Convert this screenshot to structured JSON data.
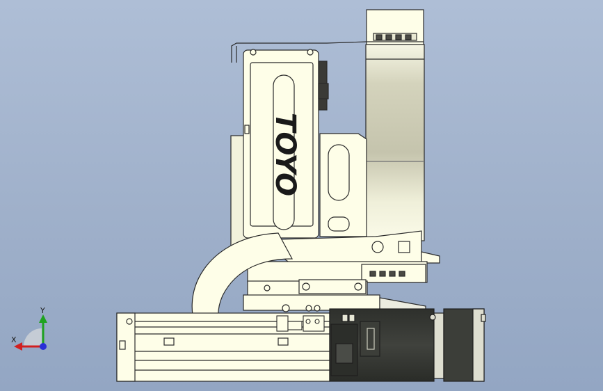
{
  "viewport": {
    "background_top": "#aebed6",
    "background_bottom": "#93a6c3"
  },
  "model": {
    "brand_text": "TOYO",
    "part_fill": "#fefee8",
    "edge_color": "#2a2a2a",
    "motor_color": "#3b3d38",
    "motor_flange_color": "#cfd0c6",
    "shadow_color": "#c8c8b4"
  },
  "triad": {
    "x_label": "X",
    "y_label": "Y",
    "x_color": "#d21f1f",
    "y_color": "#1fa31f",
    "z_color": "#2a2fd6"
  }
}
